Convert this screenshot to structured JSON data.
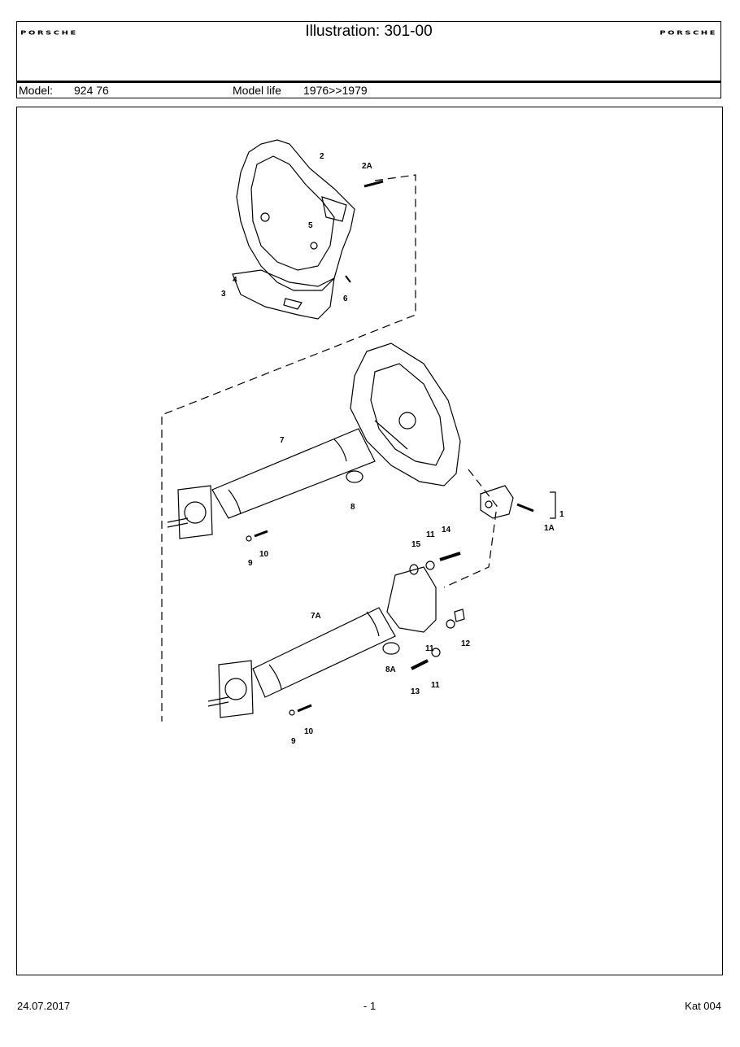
{
  "header": {
    "title": "Illustration: 301-00",
    "logo_left": "PORSCHE",
    "logo_right": "PORSCHE",
    "model_label": "Model:",
    "model_value": "924 76",
    "model_life_label": "Model life",
    "model_life_value": "1976>>1979"
  },
  "callouts": [
    "2",
    "2A",
    "5",
    "4",
    "3",
    "6",
    "7",
    "8",
    "1",
    "1A",
    "9",
    "10",
    "15",
    "11",
    "14",
    "7A",
    "8A",
    "11",
    "12",
    "13",
    "11",
    "9",
    "10"
  ],
  "footer": {
    "date": "24.07.2017",
    "page": "- 1",
    "catalog": "Kat 004"
  }
}
